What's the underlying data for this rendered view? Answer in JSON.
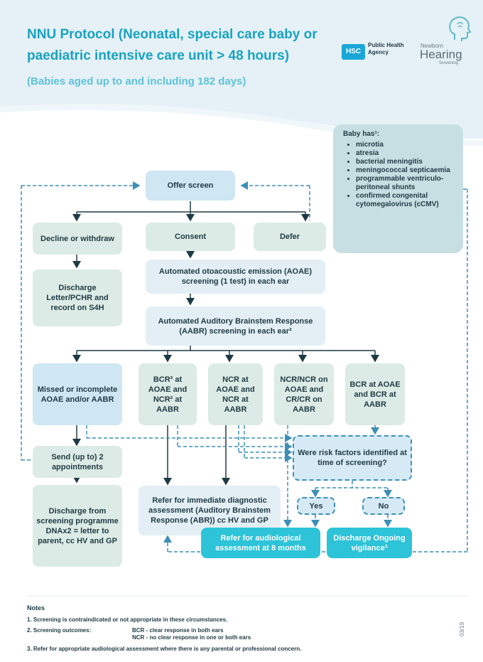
{
  "header": {
    "title": "NNU Protocol (Neonatal, special care baby or paediatric intensive care unit > 48 hours)",
    "subtitle": "(Babies aged up to and including 182 days)",
    "logos": {
      "hsc": "HSC",
      "pha": "Public Health Agency",
      "newborn": "Newborn",
      "hearing": "Hearing",
      "screening": "Screening"
    }
  },
  "risk_box": {
    "title": "Baby has¹:",
    "items": [
      "microtia",
      "atresia",
      "bacterial meningitis",
      "meningococcal septicaemia",
      "programmable ventriculo-peritoneal shunts",
      "confirmed congenital cytomegalovirus (cCMV)"
    ]
  },
  "flow": {
    "offer": "Offer screen",
    "decline": "Decline or withdraw",
    "consent": "Consent",
    "defer": "Defer",
    "discharge_letter": "Discharge Letter/PCHR and record on S4H",
    "aoae": "Automated otoacoustic emission (AOAE) screening (1 test) in each ear",
    "aabr": "Automated Auditory Brainstem Response (AABR) screening in each ear²",
    "missed": "Missed or incomplete AOAE and/or AABR",
    "bcr_ncr": "BCR² at AOAE and NCR² at AABR",
    "ncr_ncr": "NCR at AOAE and NCR at AABR",
    "ncr_cr": "NCR/NCR on AOAE and CR/CR on AABR",
    "bcr_bcr": "BCR at AOAE and BCR at AABR",
    "send": "Send (up to) 2 appointments",
    "discharge_dna": "Discharge from screening programme DNAx2 = letter to parent, cc HV and GP",
    "refer_immediate": "Refer for immediate diagnostic assessment (Auditory Brainstem Response (ABR)) cc HV and GP",
    "risk_question": "Were risk factors identified at time of screening?",
    "yes": "Yes",
    "no": "No",
    "refer_8m": "Refer for audiological assessment at 8 months",
    "discharge_vig": "Discharge Ongoing vigilance³"
  },
  "notes": {
    "heading": "Notes",
    "n1": "1.   Screening is contraindicated or not appropriate in these circumstances.",
    "n2": "2.   Screening outcomes:",
    "n2a": "BCR - clear response in both ears",
    "n2b": "NCR - no clear response in one or both ears",
    "n3": "3.   Refer for appropriate audiological assessment where there is any parental or professional concern.",
    "code": "03/19"
  },
  "colors": {
    "title": "#19a3c2",
    "subtitle": "#5ec2da",
    "green_box": "#dcebe5",
    "light_blue_box": "#e3eff5",
    "teal_box": "#2dc3d8",
    "dashed_line": "#3d8fb6",
    "risk_panel": "#c7dfe2",
    "header_band": "#e5f1f6"
  }
}
